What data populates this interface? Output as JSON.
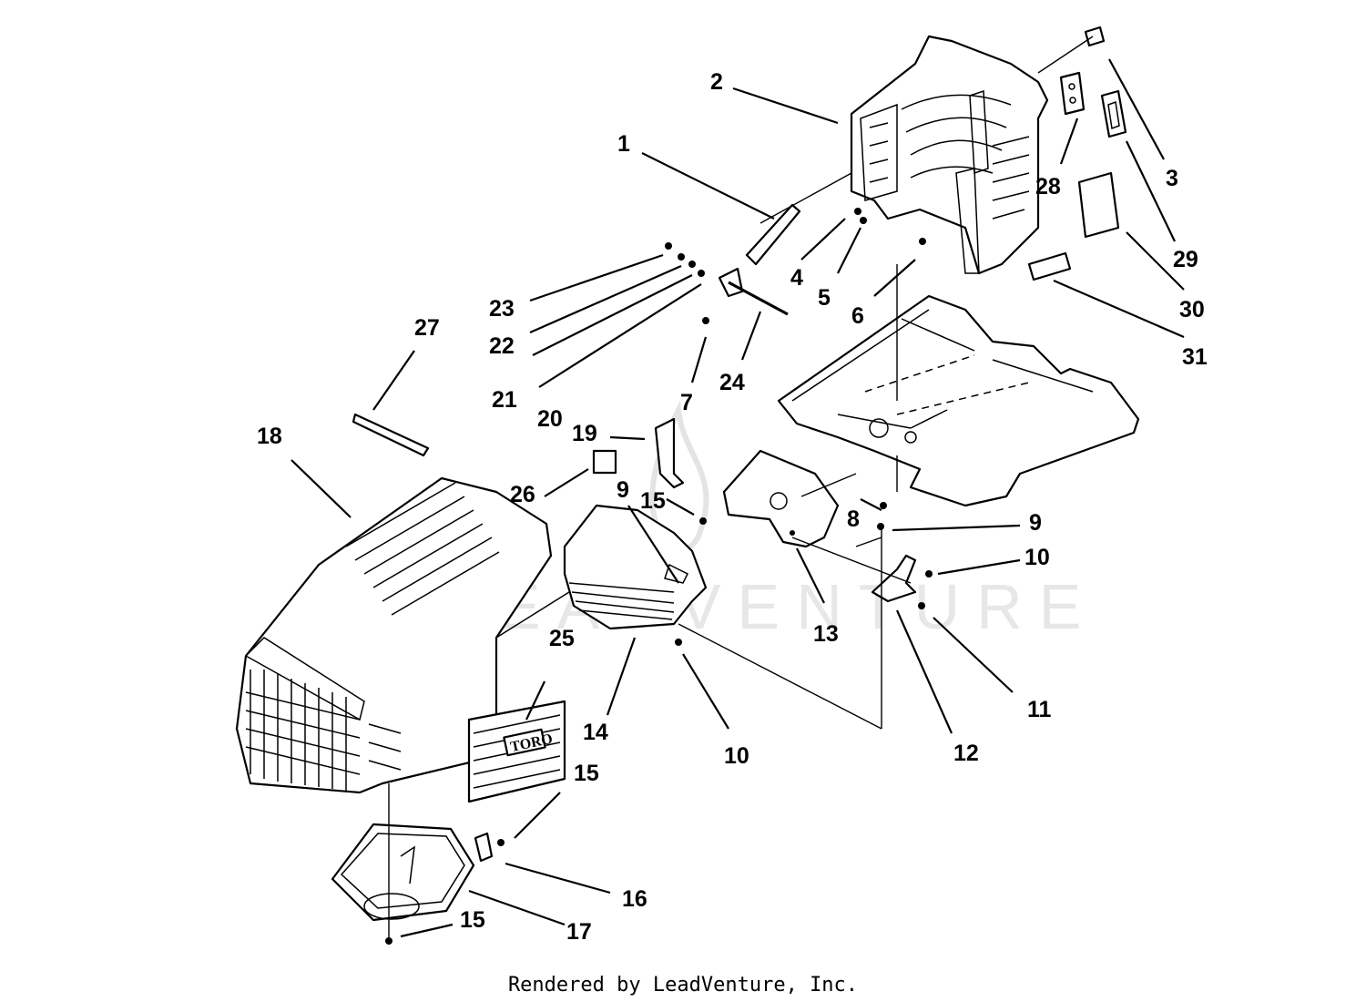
{
  "watermark": "LEADVENTURE",
  "footer": "Rendered by LeadVenture, Inc.",
  "decal_text": "TORO",
  "callouts": [
    {
      "id": "c1",
      "label": "1"
    },
    {
      "id": "c2",
      "label": "2"
    },
    {
      "id": "c3",
      "label": "3"
    },
    {
      "id": "c4",
      "label": "4"
    },
    {
      "id": "c5",
      "label": "5"
    },
    {
      "id": "c6",
      "label": "6"
    },
    {
      "id": "c7",
      "label": "7"
    },
    {
      "id": "c8",
      "label": "8"
    },
    {
      "id": "c9a",
      "label": "9"
    },
    {
      "id": "c9b",
      "label": "9"
    },
    {
      "id": "c10a",
      "label": "10"
    },
    {
      "id": "c10b",
      "label": "10"
    },
    {
      "id": "c11",
      "label": "11"
    },
    {
      "id": "c12",
      "label": "12"
    },
    {
      "id": "c13",
      "label": "13"
    },
    {
      "id": "c14",
      "label": "14"
    },
    {
      "id": "c15a",
      "label": "15"
    },
    {
      "id": "c15b",
      "label": "15"
    },
    {
      "id": "c15c",
      "label": "15"
    },
    {
      "id": "c16",
      "label": "16"
    },
    {
      "id": "c17",
      "label": "17"
    },
    {
      "id": "c18",
      "label": "18"
    },
    {
      "id": "c19",
      "label": "19"
    },
    {
      "id": "c20",
      "label": "20"
    },
    {
      "id": "c21",
      "label": "21"
    },
    {
      "id": "c22",
      "label": "22"
    },
    {
      "id": "c23",
      "label": "23"
    },
    {
      "id": "c24",
      "label": "24"
    },
    {
      "id": "c25",
      "label": "25"
    },
    {
      "id": "c26",
      "label": "26"
    },
    {
      "id": "c27",
      "label": "27"
    },
    {
      "id": "c28",
      "label": "28"
    },
    {
      "id": "c29",
      "label": "29"
    },
    {
      "id": "c30",
      "label": "30"
    },
    {
      "id": "c31",
      "label": "31"
    }
  ]
}
